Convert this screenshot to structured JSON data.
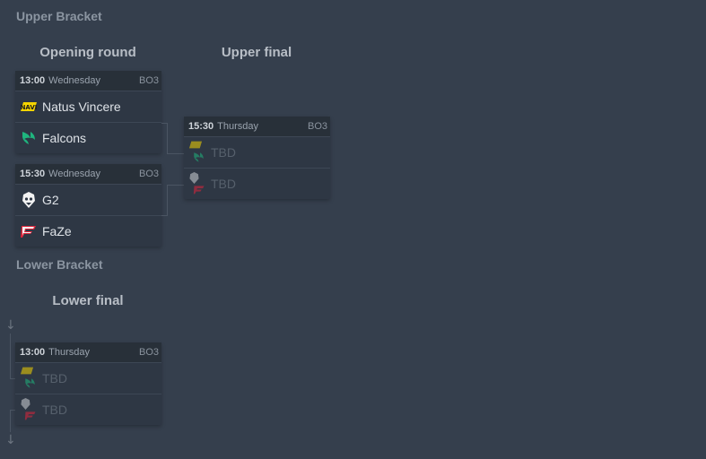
{
  "upper": {
    "title": "Upper Bracket",
    "rounds": {
      "opening": "Opening round",
      "final": "Upper final"
    },
    "matches": [
      {
        "time": "13:00",
        "day": "Wednesday",
        "bo": "BO3",
        "teams": [
          "Natus Vincere",
          "Falcons"
        ]
      },
      {
        "time": "15:30",
        "day": "Wednesday",
        "bo": "BO3",
        "teams": [
          "G2",
          "FaZe"
        ]
      },
      {
        "time": "15:30",
        "day": "Thursday",
        "bo": "BO3",
        "teams": [
          "TBD",
          "TBD"
        ]
      }
    ]
  },
  "lower": {
    "title": "Lower Bracket",
    "rounds": {
      "final": "Lower final"
    },
    "matches": [
      {
        "time": "13:00",
        "day": "Thursday",
        "bo": "BO3",
        "teams": [
          "TBD",
          "TBD"
        ]
      }
    ]
  },
  "icons": {
    "navi": "navi-logo-icon",
    "falcons": "falcons-logo-icon",
    "g2": "g2-logo-icon",
    "faze": "faze-logo-icon",
    "arrow": "arrow-down-icon"
  },
  "colors": {
    "background": "#353f4d",
    "card": "#2e3744",
    "navi": "#f5d400",
    "falcons": "#1fb57e",
    "faze": "#e0243b"
  }
}
